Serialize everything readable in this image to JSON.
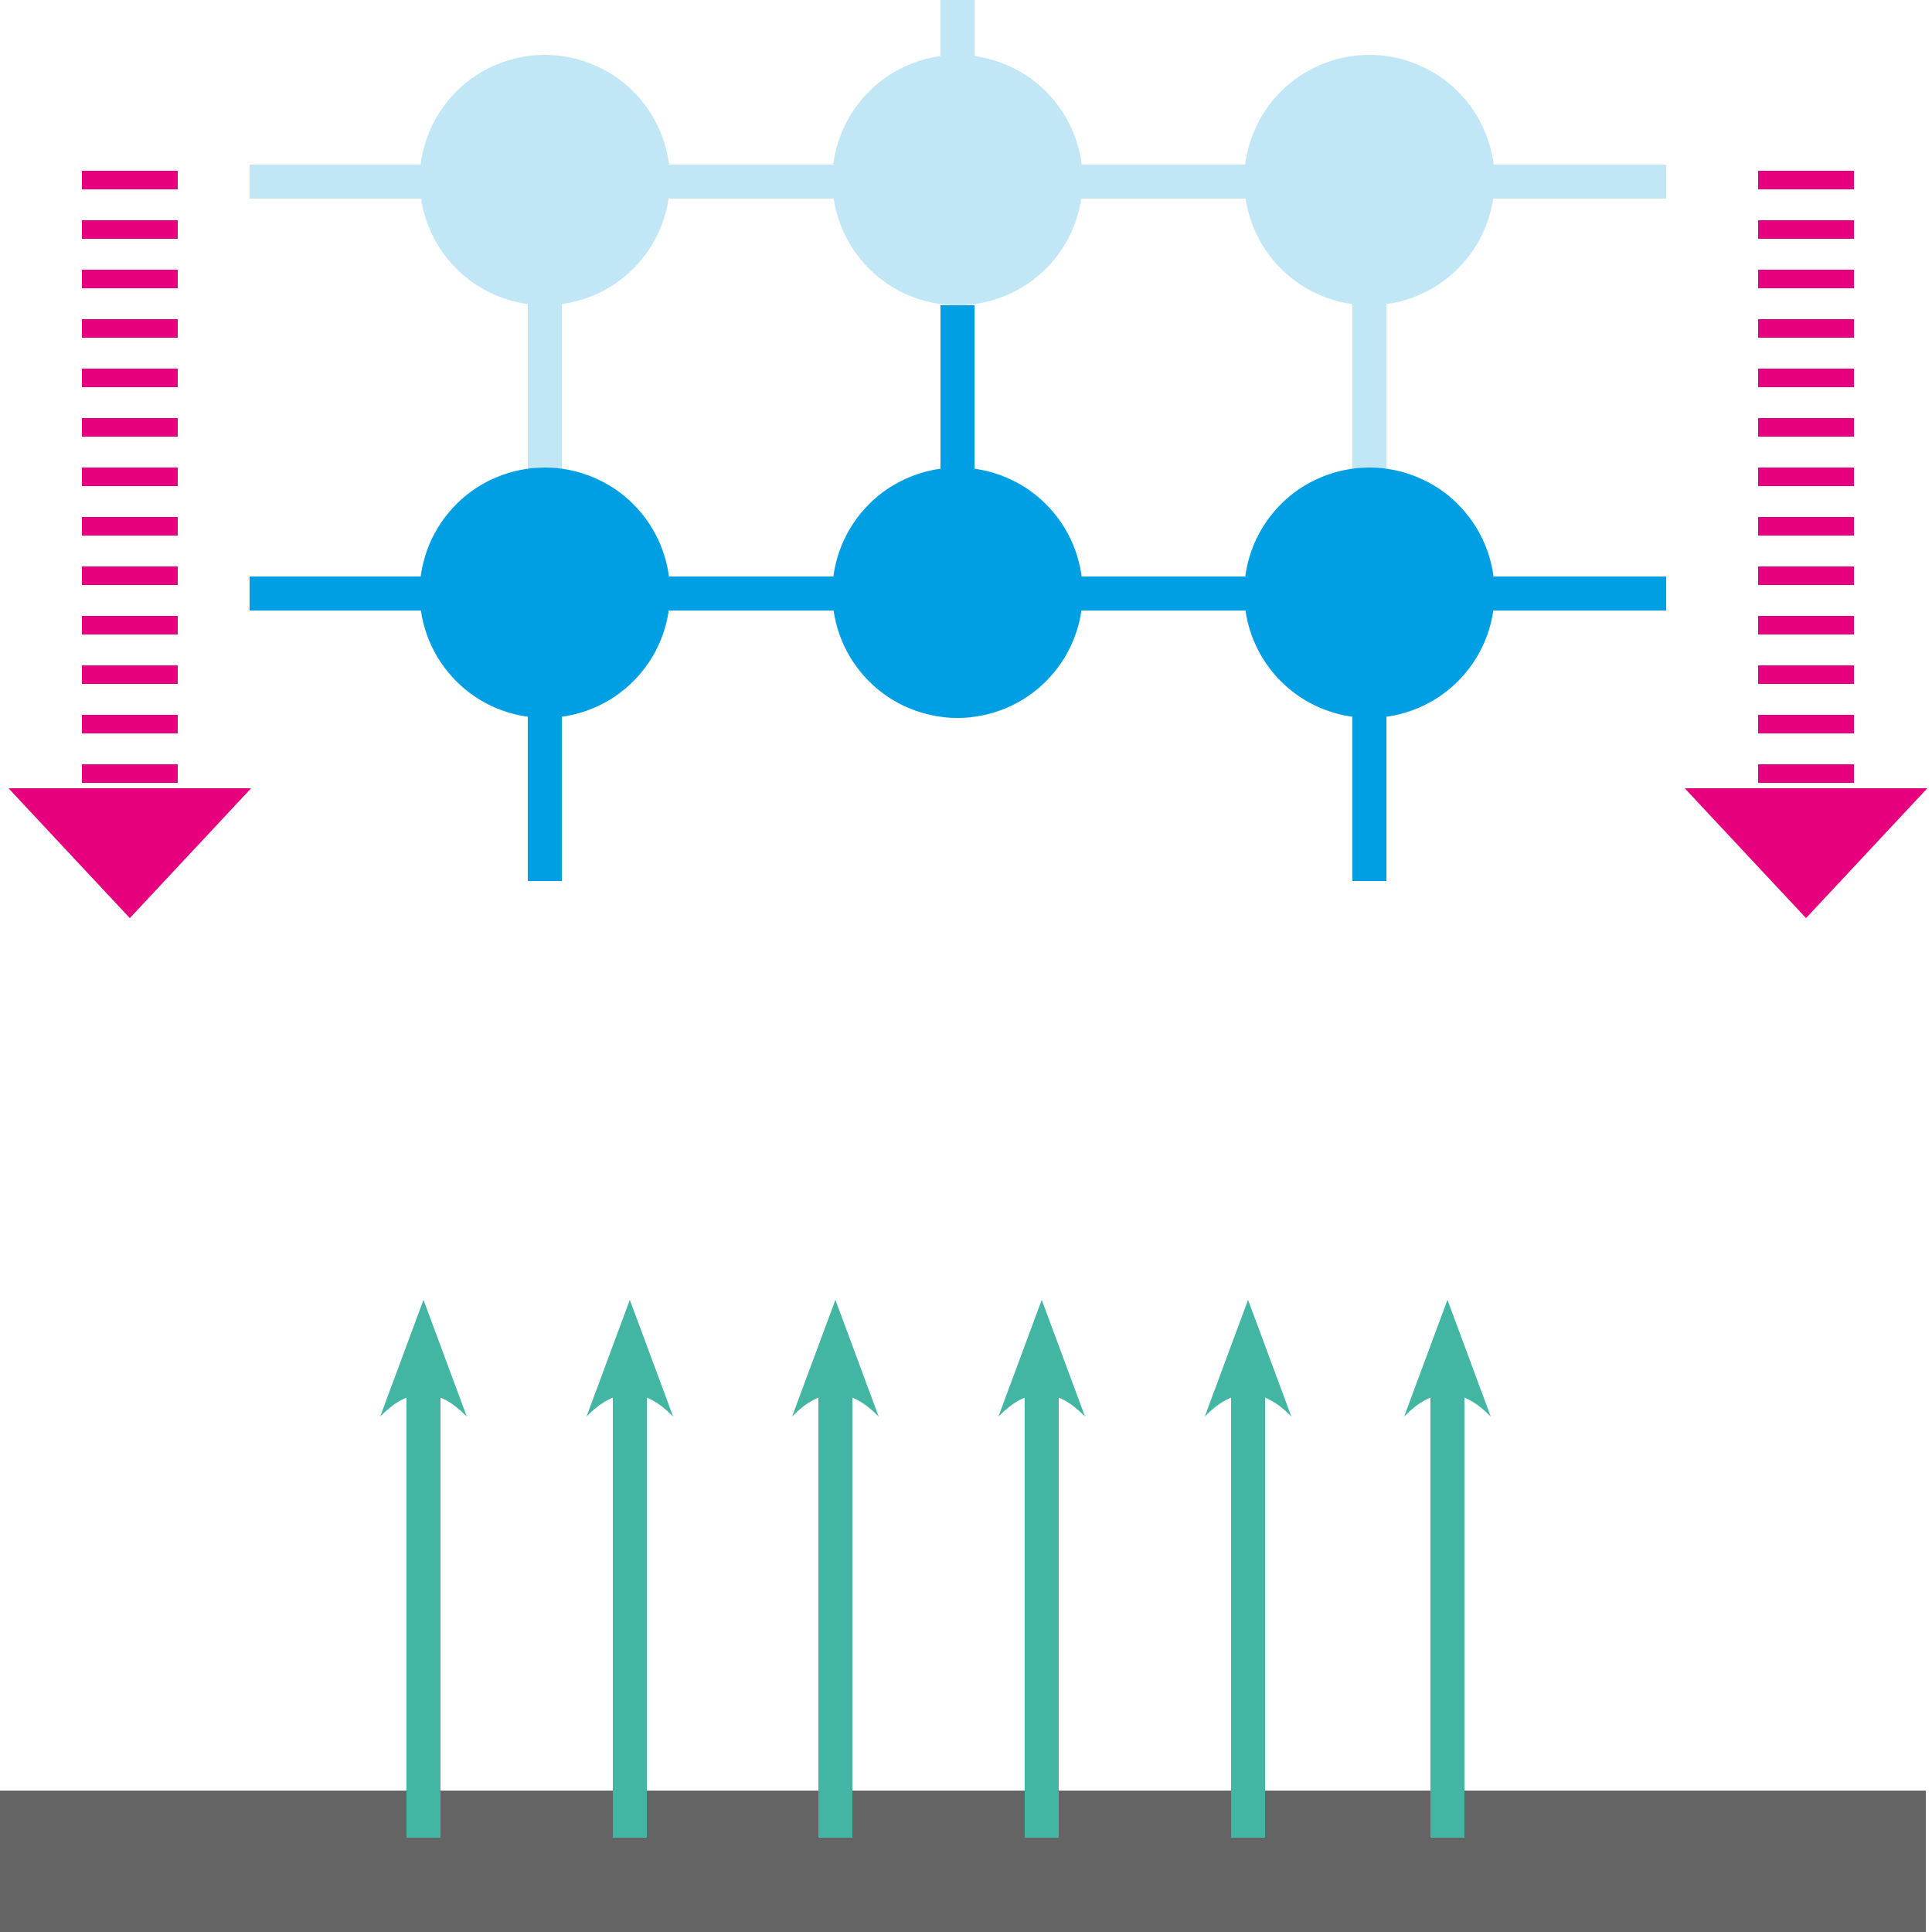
{
  "diagram": {
    "colors": {
      "background": "#ffffff",
      "upper_layer": "#c1e6f6",
      "lower_layer": "#009fe3",
      "down_arrows": "#e6007e",
      "up_arrows": "#42b6a2",
      "surface": "#646464"
    },
    "upper_layer": {
      "node_count": 3,
      "node_icon": "lattice-node-light"
    },
    "lower_layer": {
      "node_count": 3,
      "node_icon": "lattice-node-dark"
    },
    "down_arrows": {
      "count": 2,
      "style": "dashed",
      "direction": "down"
    },
    "up_arrows": {
      "count": 6,
      "style": "solid",
      "direction": "up"
    },
    "surface": {
      "icon": "substrate-slab"
    }
  }
}
